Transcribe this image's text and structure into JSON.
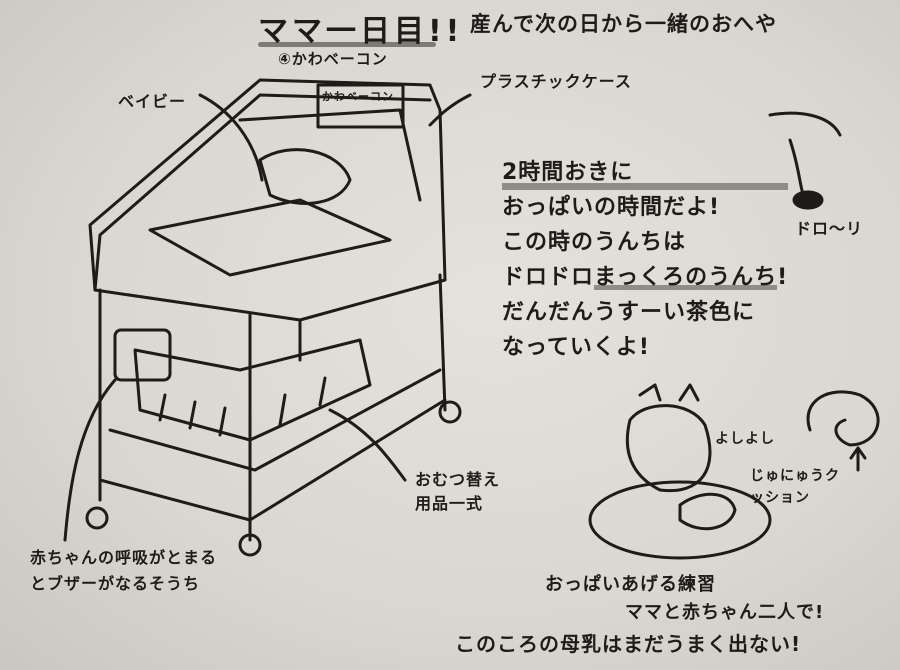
{
  "title": "ママ一日目!!",
  "credit": "④かわベーコン",
  "subtitle": "産んで次の日から一緒のおへや",
  "labels": {
    "case": "プラスチックケース",
    "baby": "ベイビー",
    "name_card": "かわベーコン",
    "droori": "ドロ～リ",
    "yoshiyoshi": "よしよし",
    "cushion": "じゅにゅうクッション",
    "diaper": "おむつ替え用品一式",
    "monitor": "赤ちゃんの呼吸がとまるとブザーがなるそうち"
  },
  "notes": {
    "line1": "2時間おきに",
    "line2": "おっぱいの時間だよ!",
    "line3": "この時のうんちは",
    "line4a": "ドロドロ",
    "line4b": "まっくろのうんち",
    "line4c": "!",
    "line5": "だんだんうすーい茶色に",
    "line6": "なっていくよ!"
  },
  "bottom": {
    "practice": "おっぱいあげる練習",
    "together": "ママと赤ちゃん二人で!",
    "milk": "このころの母乳はまだうまく出ない!"
  }
}
